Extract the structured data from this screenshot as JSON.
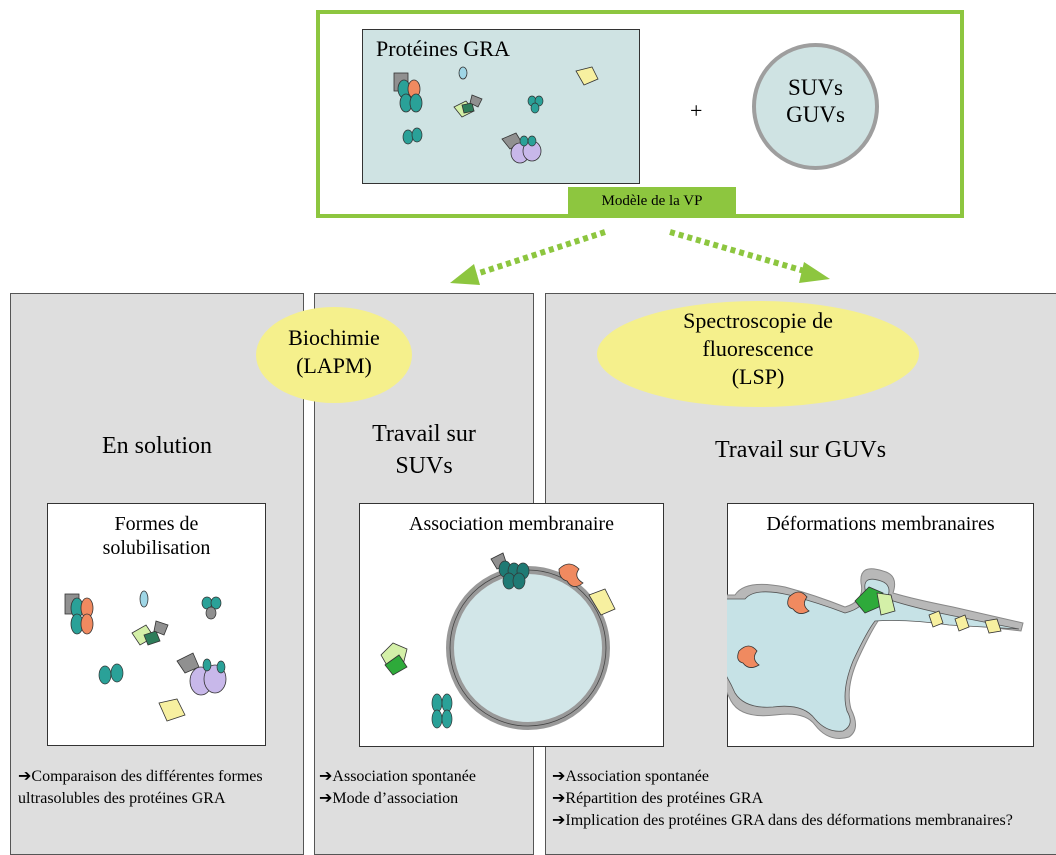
{
  "model": {
    "protein_title": "Protéines GRA",
    "plus": "+",
    "vesicle_lines": [
      "SUVs",
      "GUVs"
    ],
    "label": "Modèle de la VP"
  },
  "ellipses": {
    "biochimie": [
      "Biochimie",
      "(LAPM)"
    ],
    "spectroscopie": [
      "Spectroscopie de",
      "fluorescence",
      "(LSP)"
    ]
  },
  "columns": {
    "solution": {
      "heading": "En solution",
      "figure_title": [
        "Formes de",
        "solubilisation"
      ],
      "bullets": [
        "Comparaison des différentes formes ultrasolubles des protéines GRA"
      ]
    },
    "suvs": {
      "heading": [
        "Travail sur",
        "SUVs"
      ],
      "figure_title": [
        "Association membranaire"
      ],
      "bullets": [
        "Association spontanée",
        "Mode d’association"
      ]
    },
    "guvs": {
      "heading": "Travail sur GUVs",
      "figure_title": [
        "Déformations membranaires"
      ],
      "bullets": [
        "Association spontanée",
        "Répartition des protéines GRA",
        "Implication des protéines GRA dans des déformations membranaires?"
      ]
    }
  },
  "colors": {
    "green": "#8dc63f",
    "panel": "#dedede",
    "ellipse": "#f5f08c",
    "medium": "#cfe3e3"
  }
}
